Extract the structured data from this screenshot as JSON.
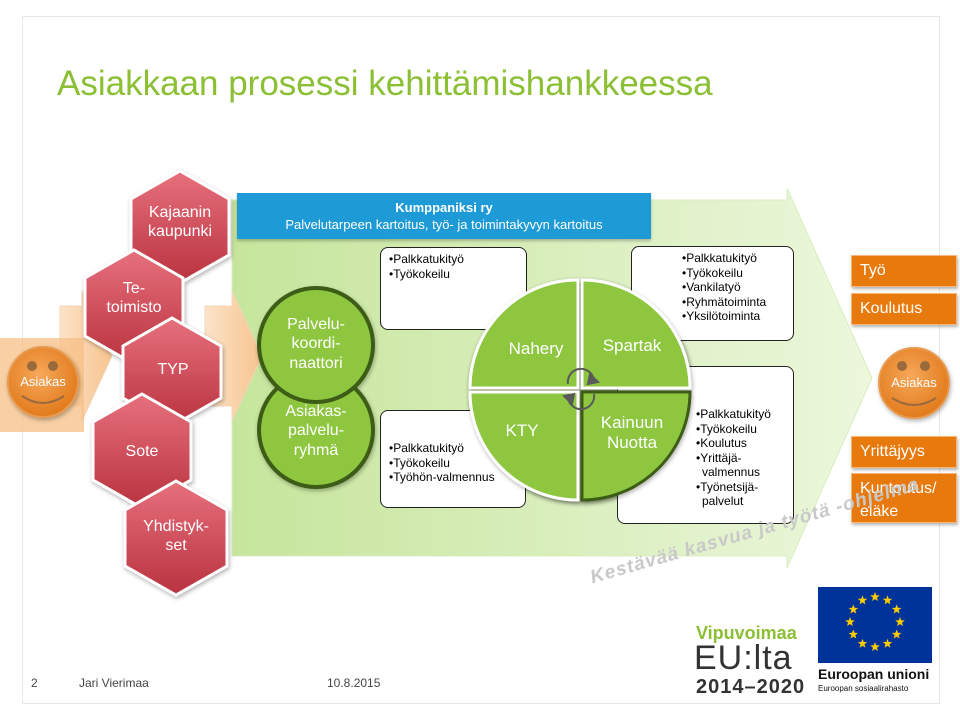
{
  "slide": {
    "title": "Asiakkaan prosessi kehittämishankkeessa",
    "page_number": "2",
    "author": "Jari Vierimaa",
    "date": "10.8.2015"
  },
  "customer_left": {
    "label": "Asiakas"
  },
  "customer_right": {
    "label": "Asiakas"
  },
  "partners": [
    {
      "label": "Kajaanin kaupunki"
    },
    {
      "label": "Te-toimisto"
    },
    {
      "label": "TYP"
    },
    {
      "label": "Sote"
    },
    {
      "label": "Yhdistyk-set"
    }
  ],
  "banner": {
    "title": "Kumppaniksi ry",
    "subtitle": "Palvelutarpeen kartoitus, työ- ja toimintakyvyn kartoitus"
  },
  "circles": {
    "top": "Palvelu-koordi-naattori",
    "bottom": "Asiakas-palvelu-ryhmä"
  },
  "quadrants": {
    "top_left": "Nahery",
    "top_right": "Spartak",
    "bottom_left": "KTY",
    "bottom_right": "Kainuun Nuotta"
  },
  "services": {
    "nahery": [
      "•Palkkatukityö",
      "•Työkokeilu"
    ],
    "spartak": [
      "•Palkkatukityö",
      "•Työkokeilu",
      "•Vankilatyö",
      "•Ryhmätoiminta",
      "•Yksilötoiminta"
    ],
    "kty": [
      "•Palkkatukityö",
      "•Työkokeilu",
      "•Työhön-valmennus"
    ],
    "nuotta": [
      "•Palkkatukityö",
      "•Työkokeilu",
      "•Koulutus",
      "•Yrittäjä-valmennus",
      "•Työnetsijä-palvelut"
    ]
  },
  "outcomes": {
    "tyo": "Työ",
    "koulutus": "Koulutus",
    "yrittajyys": "Yrittäjyys",
    "kuntoutus": "Kuntoutus/ eläke"
  },
  "branding": {
    "slogan": "Kestävää kasvua ja työtä -ohjelma",
    "vip_line1": "Vipuvoimaa",
    "vip_line2": "EU:lta",
    "vip_line3": "2014–2020",
    "eu_name": "Euroopan unioni",
    "eu_sub": "Euroopan sosiaalirahasto"
  },
  "colors": {
    "title_green": "#8bbf34",
    "circle_green": "#8ec641",
    "hexagon_red": "#d44c5c",
    "banner_blue": "#1e9ad6",
    "outcome_orange": "#e8790d",
    "face_orange": "#e8892f",
    "eu_blue": "#003399",
    "eu_gold": "#ffcc00"
  }
}
